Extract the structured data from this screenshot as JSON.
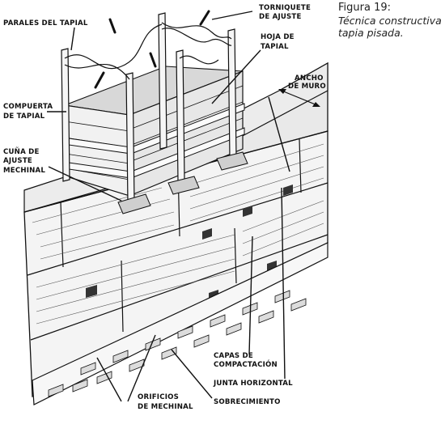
{
  "caption": {
    "figure": "Figura 19:",
    "description_line1": "Técnica constructiva",
    "description_line2": "tapia pisada."
  },
  "labels": {
    "parales": "PARALES DEL TAPIAL",
    "torniquete_1": "TORNIQUETE",
    "torniquete_2": "DE AJUSTE",
    "hoja_1": "HOJA DE",
    "hoja_2": "TAPIAL",
    "ancho_1": "ANCHO",
    "ancho_2": "DE MURO",
    "compuerta_1": "COMPUERTA",
    "compuerta_2": "DE TAPIAL",
    "cuna_1": "CUÑA DE",
    "cuna_2": "AJUSTE",
    "cuna_3": "MECHINAL",
    "capas_1": "CAPAS DE",
    "capas_2": "COMPACTACIÓN",
    "junta": "JUNTA HORIZONTAL",
    "orificios_1": "ORIFICIOS",
    "orificios_2": "DE MECHINAL",
    "sobrecimiento": "SOBRECIMIENTO"
  },
  "colors": {
    "ink": "#111111",
    "wall_top": "#e6e6e6",
    "wall_side": "#efefef",
    "wall_front": "#f7f7f7",
    "brick": "#dcdcdc",
    "dark": "#555555"
  }
}
